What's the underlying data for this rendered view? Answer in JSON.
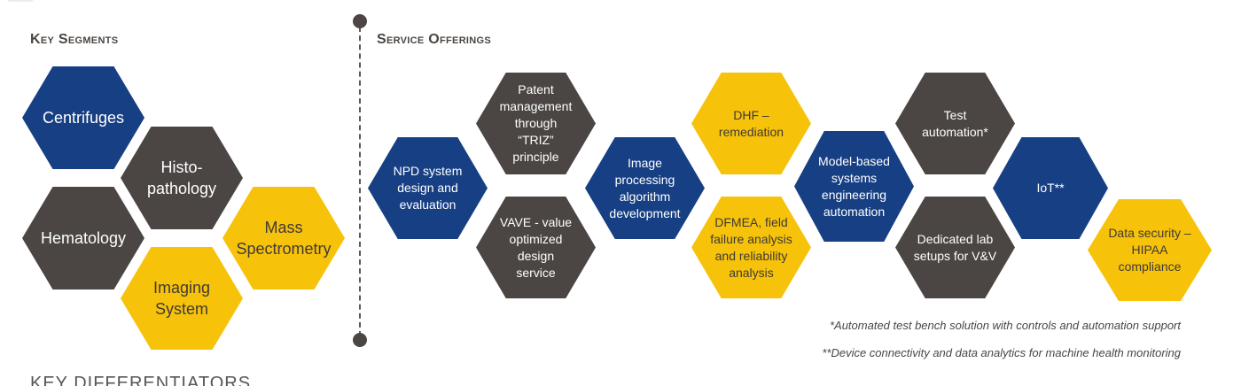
{
  "key_segments": {
    "title": "Key Segments",
    "items": [
      {
        "label": "Centrifuges",
        "color": "#173f84"
      },
      {
        "label": "Histo-\npathology",
        "color": "#4b4643"
      },
      {
        "label": "Hematology",
        "color": "#4b4643"
      },
      {
        "label": "Mass\nSpectrometry",
        "color": "#f7c20a"
      },
      {
        "label": "Imaging\nSystem",
        "color": "#f7c20a"
      }
    ]
  },
  "service_offerings": {
    "title": "Service Offerings",
    "items": [
      {
        "label": "NPD system\ndesign and\nevaluation",
        "color": "#173f84"
      },
      {
        "label": "Patent\nmanagement\nthrough\n“TRIZ”\nprinciple",
        "color": "#4b4643"
      },
      {
        "label": "VAVE - value\noptimized design\nservice",
        "color": "#4b4643"
      },
      {
        "label": "Image\nprocessing\nalgorithm\ndevelopment",
        "color": "#173f84"
      },
      {
        "label": "DHF –\nremediation",
        "color": "#f7c20a"
      },
      {
        "label": "DFMEA, field\nfailure analysis\nand reliability\nanalysis",
        "color": "#f7c20a"
      },
      {
        "label": "Model-based\nsystems\nengineering\nautomation",
        "color": "#173f84"
      },
      {
        "label": "Test\nautomation*",
        "color": "#4b4643"
      },
      {
        "label": "Dedicated lab\nsetups for V&V",
        "color": "#4b4643"
      },
      {
        "label": "IoT**",
        "color": "#173f84"
      },
      {
        "label": "Data security –\nHIPAA\ncompliance",
        "color": "#f7c20a"
      }
    ]
  },
  "footnotes": {
    "first": "*Automated test bench solution with controls and automation support",
    "second": "**Device connectivity and data analytics for machine health monitoring"
  },
  "bottom_heading": "KEY DIFFERENTIATORS"
}
